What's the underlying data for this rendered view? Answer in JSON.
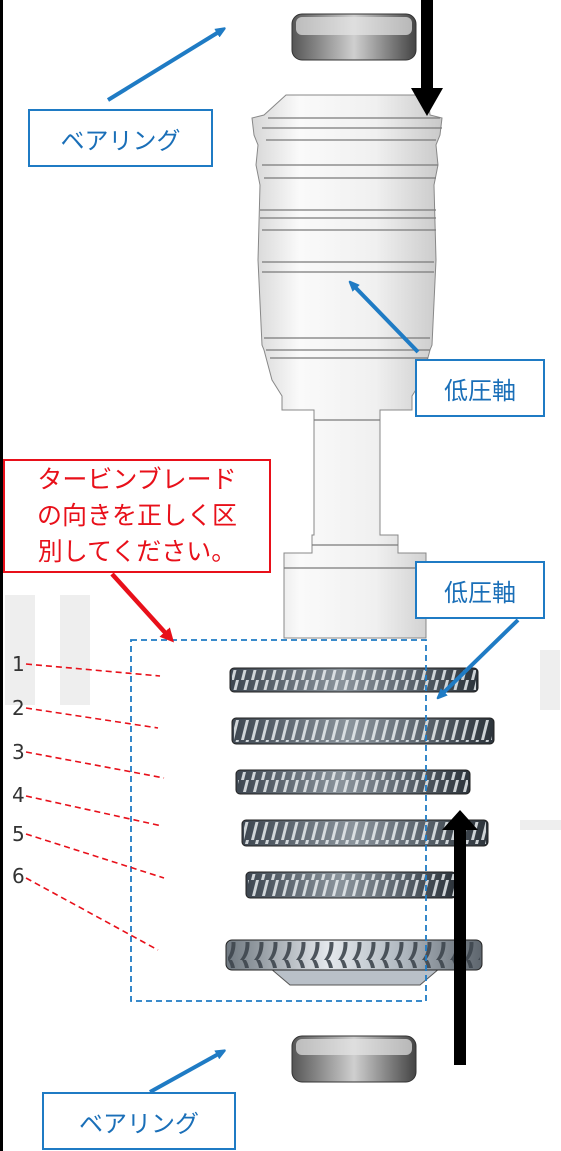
{
  "callouts": {
    "bearing_top": "ベアリング",
    "bearing_bottom": "ベアリング",
    "low_pressure_shaft_upper": "低圧軸",
    "low_pressure_shaft_lower": "低圧軸"
  },
  "instruction": {
    "lines": [
      "タービンブレード",
      "の向きを正しく区",
      "別してください。"
    ]
  },
  "stage_numbers": [
    "1",
    "2",
    "3",
    "4",
    "5",
    "6"
  ],
  "colors": {
    "callout_blue": "#1f7bc4",
    "instruction_red": "#e8101a",
    "arrow_black": "#000000"
  }
}
